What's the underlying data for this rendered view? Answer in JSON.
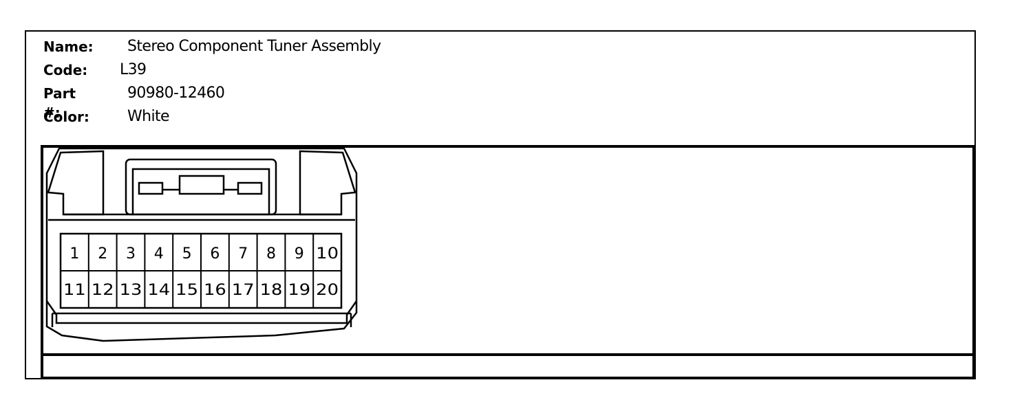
{
  "header": {
    "fields": [
      {
        "label": "Name:",
        "value": "Stereo Component Tuner Assembly"
      },
      {
        "label": "Code:",
        "value": "L39"
      },
      {
        "label": "Part #:",
        "value": "90980-12460"
      },
      {
        "label": "Color:",
        "value": "White"
      }
    ]
  },
  "connector": {
    "pins_row1": [
      "1",
      "2",
      "3",
      "4",
      "5",
      "6",
      "7",
      "8",
      "9",
      "10"
    ],
    "pins_row2": [
      "11",
      "12",
      "13",
      "14",
      "15",
      "16",
      "17",
      "18",
      "19",
      "20"
    ]
  }
}
